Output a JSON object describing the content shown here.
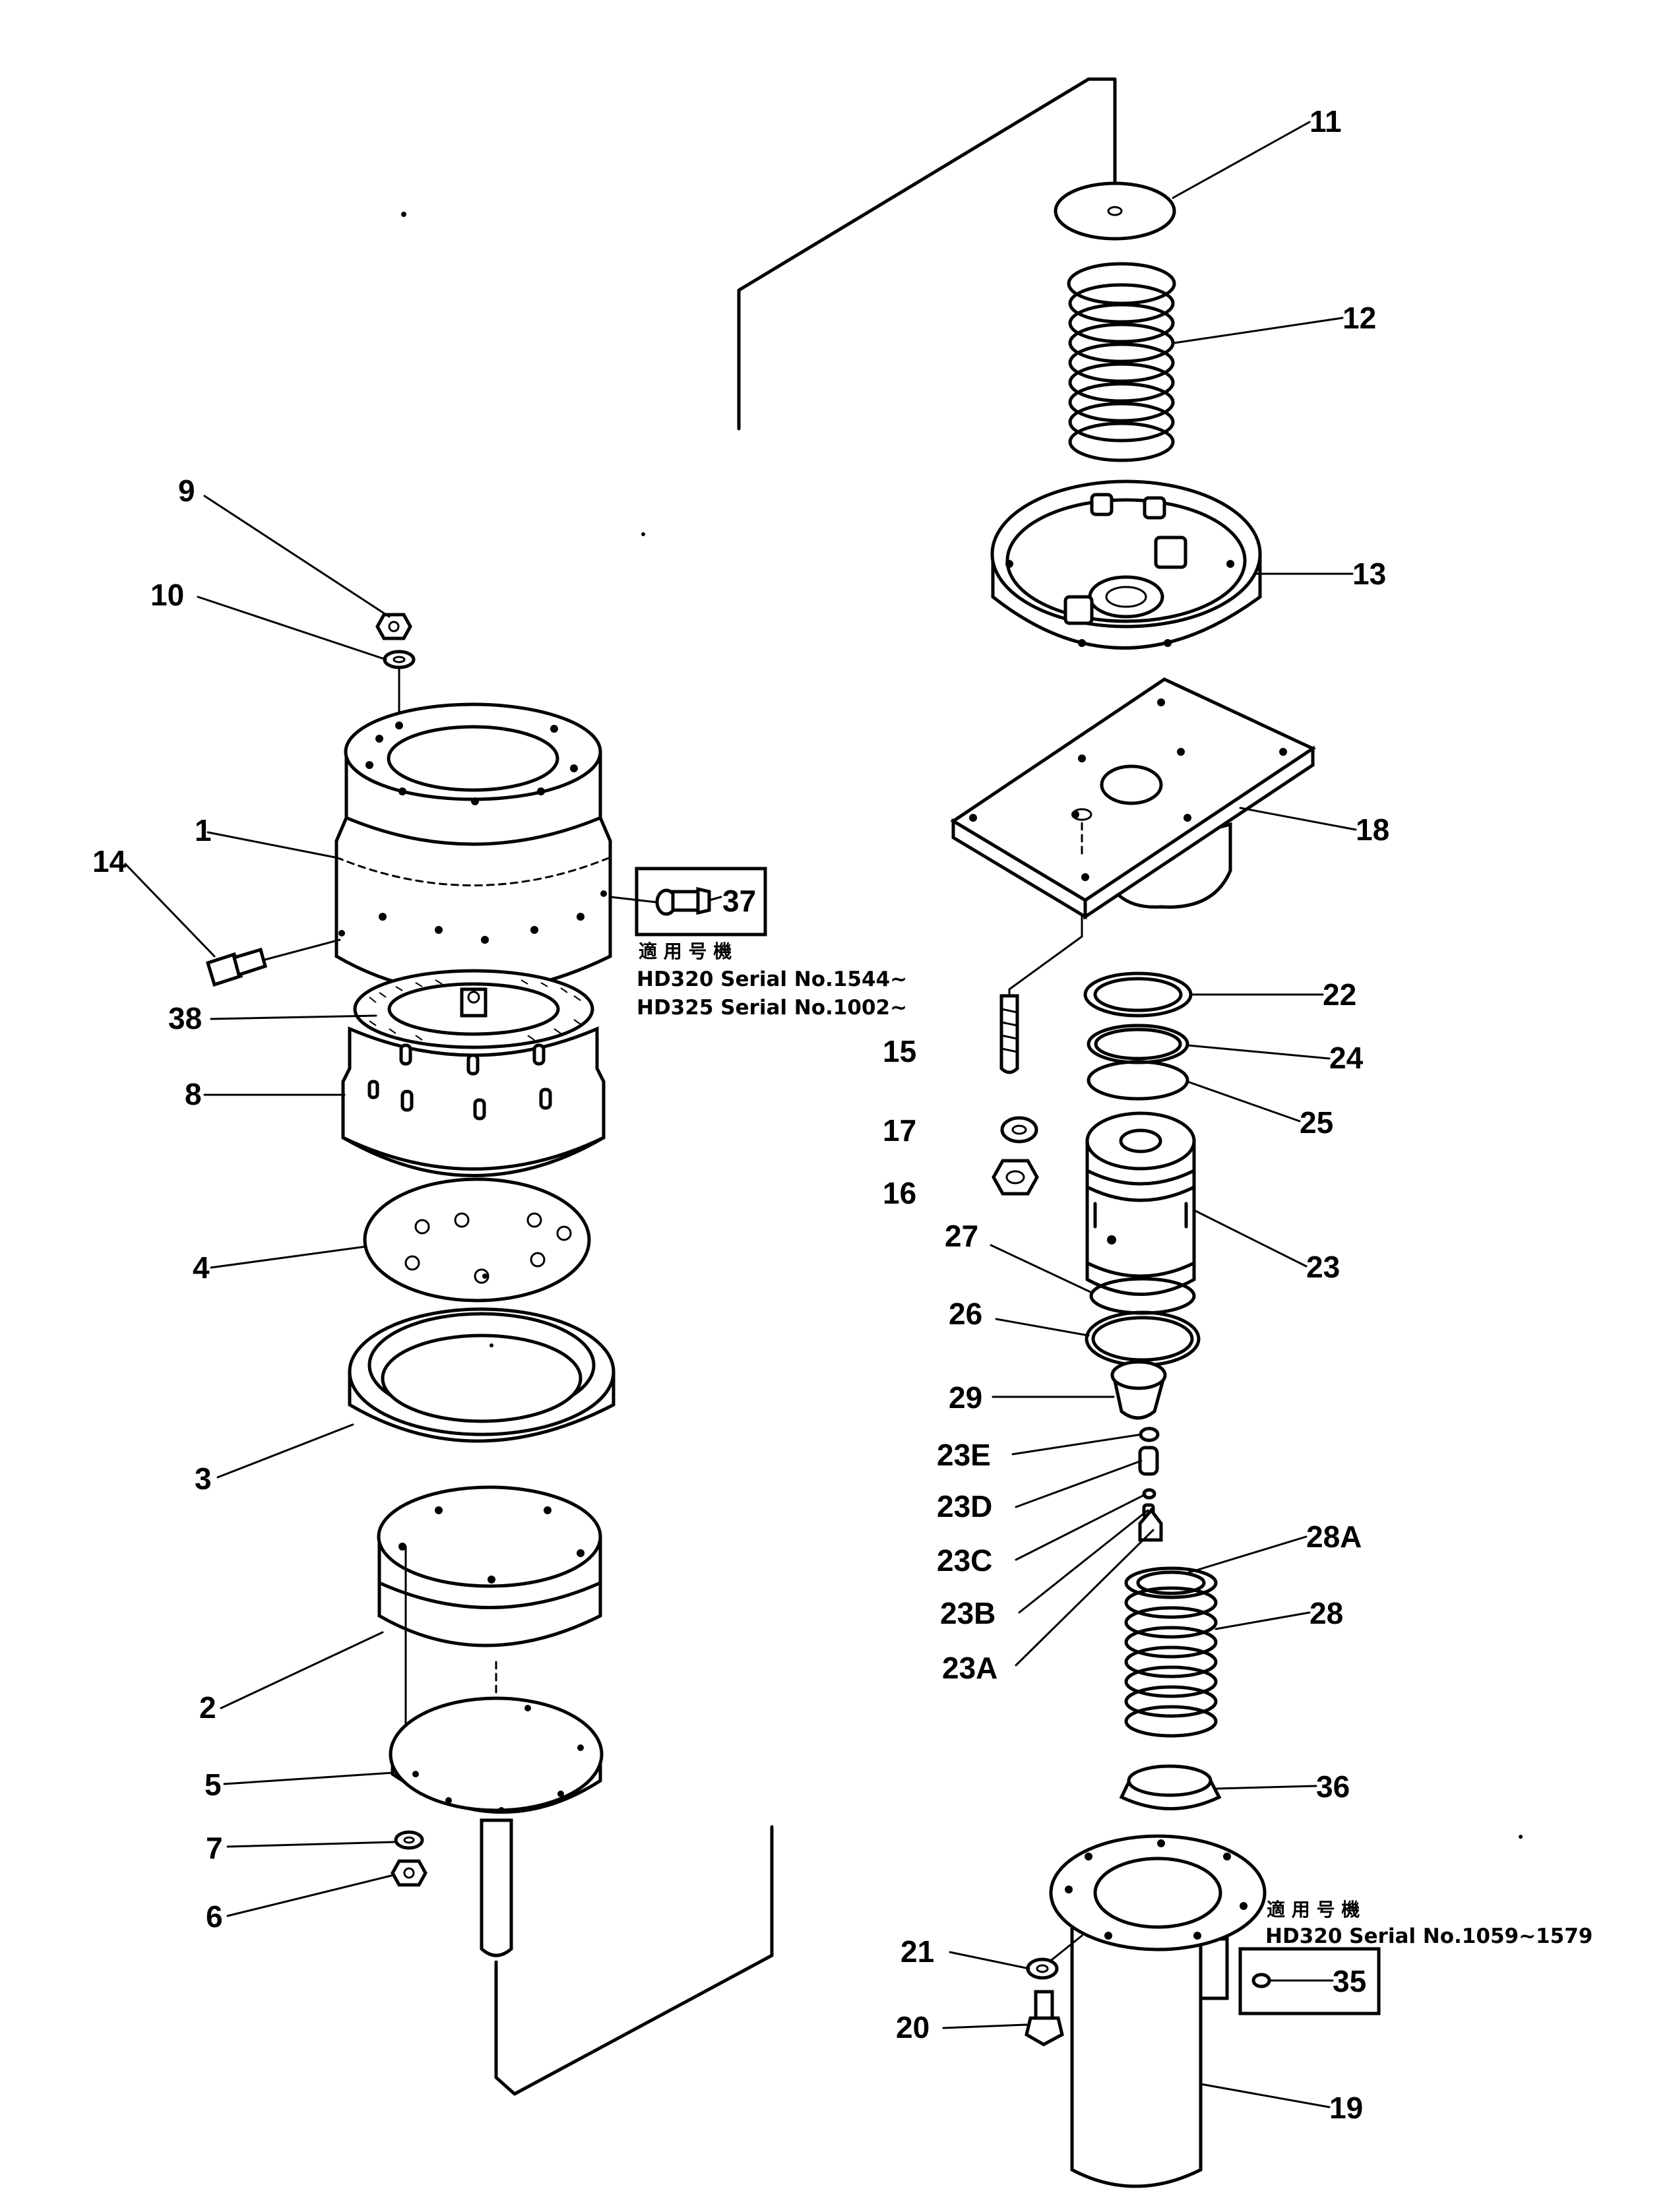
{
  "labels": {
    "p1": "1",
    "p2": "2",
    "p3": "3",
    "p4": "4",
    "p5": "5",
    "p6": "6",
    "p7": "7",
    "p8": "8",
    "p9": "9",
    "p10": "10",
    "p11": "11",
    "p12": "12",
    "p13": "13",
    "p14": "14",
    "p15": "15",
    "p16": "16",
    "p17": "17",
    "p18": "18",
    "p19": "19",
    "p20": "20",
    "p21": "21",
    "p22": "22",
    "p23": "23",
    "p23A": "23A",
    "p23B": "23B",
    "p23C": "23C",
    "p23D": "23D",
    "p23E": "23E",
    "p24": "24",
    "p25": "25",
    "p26": "26",
    "p27": "27",
    "p28": "28",
    "p28A": "28A",
    "p29": "29",
    "p35": "35",
    "p36": "36",
    "p37": "37",
    "p38": "38"
  },
  "notes": {
    "left": {
      "heading": "適 用 号 機",
      "line1": "HD320  Serial  No.1544~",
      "line2": "HD325  Serial  No.1002~"
    },
    "right": {
      "heading": "適 用 号 機",
      "line1": "HD320  Serial  No.1059~1579"
    }
  }
}
